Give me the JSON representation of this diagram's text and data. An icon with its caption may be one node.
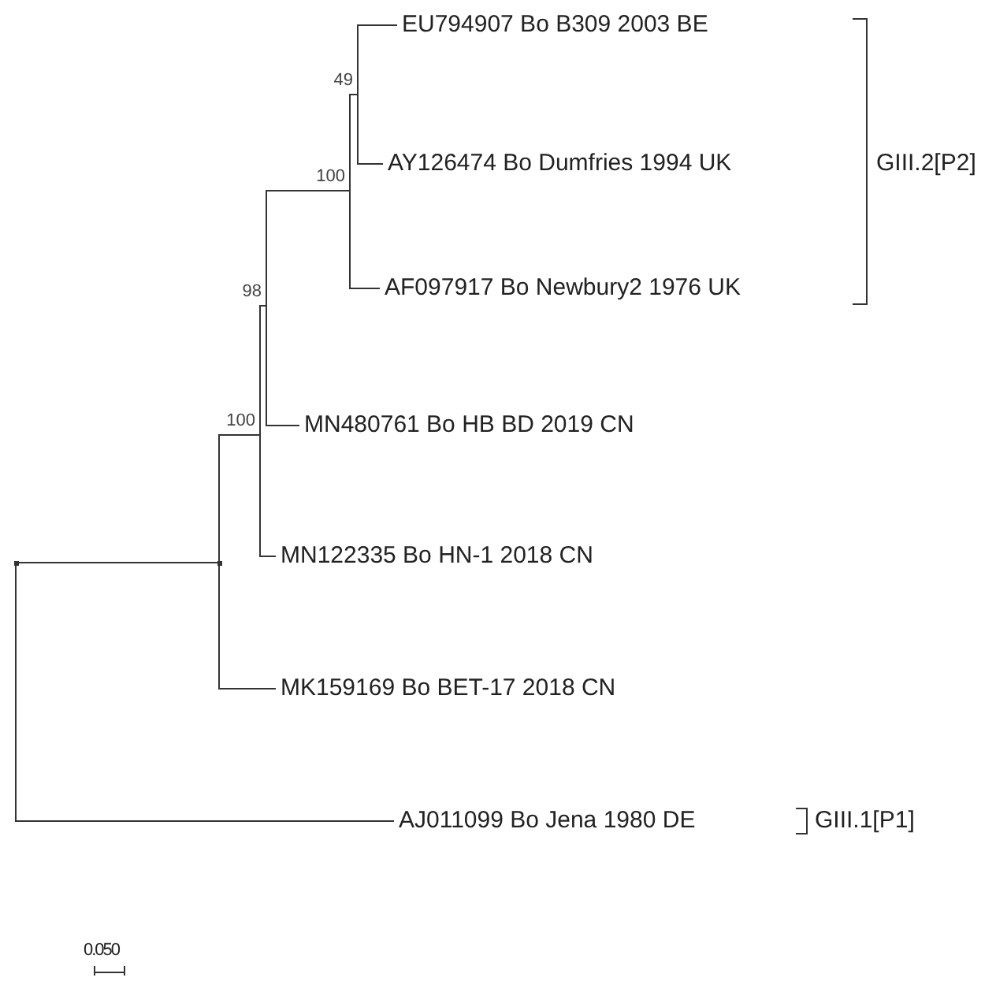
{
  "diagram": {
    "nodes": [
      {
        "text": [],
        "shape": "point"
      },
      {
        "text": [],
        "shape": "point"
      },
      {
        "text": [
          "100"
        ]
      },
      {
        "text": [
          "98"
        ]
      },
      {
        "text": [
          "100"
        ]
      },
      {
        "text": [
          "49"
        ]
      },
      {
        "text": [
          "EU794907 Bo B309 2003 BE"
        ]
      },
      {
        "text": [
          "AY126474 Bo Dumfries 1994 UK"
        ]
      },
      {
        "text": [
          "AF097917 Bo Newbury2 1976 UK"
        ]
      },
      {
        "text": [
          "MN480761 Bo HB BD 2019 CN"
        ]
      },
      {
        "text": [
          "MN122335 Bo HN-1 2018 CN"
        ]
      },
      {
        "text": [
          "MK159169 Bo BET-17 2018 CN"
        ]
      },
      {
        "text": [
          "AJ011099 Bo Jena 1980 DE"
        ]
      }
    ],
    "edges": [
      {
        "from": 0,
        "to": 1,
        "arrow": "none"
      },
      {
        "from": 0,
        "to": 12,
        "arrow": "none"
      },
      {
        "from": 1,
        "to": 2,
        "arrow": "none"
      },
      {
        "from": 1,
        "to": 11,
        "arrow": "none"
      },
      {
        "from": 2,
        "to": 3,
        "arrow": "none"
      },
      {
        "from": 2,
        "to": 10,
        "arrow": "none"
      },
      {
        "from": 3,
        "to": 4,
        "arrow": "none"
      },
      {
        "from": 3,
        "to": 9,
        "arrow": "none"
      },
      {
        "from": 4,
        "to": 5,
        "arrow": "none"
      },
      {
        "from": 4,
        "to": 8,
        "arrow": "none"
      },
      {
        "from": 5,
        "to": 6,
        "arrow": "none"
      },
      {
        "from": 5,
        "to": 7,
        "arrow": "none"
      }
    ],
    "labels": [
      "GIII.2[P2]",
      "GIII.1[P1]",
      "0.050"
    ]
  }
}
